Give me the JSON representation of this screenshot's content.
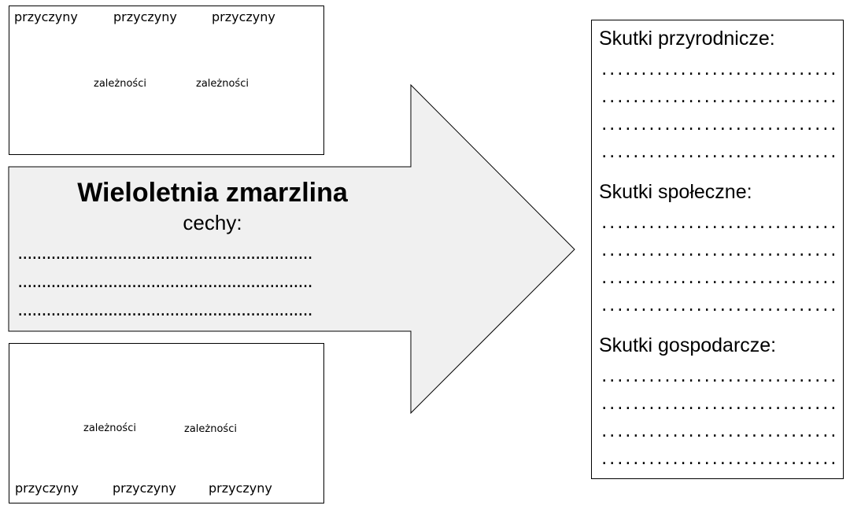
{
  "top_panel": {
    "causes": [
      "przyczyny",
      "przyczyny",
      "przyczyny"
    ],
    "dependencies": [
      "zależności",
      "zależności"
    ]
  },
  "bottom_panel": {
    "causes": [
      "przyczyny",
      "przyczyny",
      "przyczyny"
    ],
    "dependencies": [
      "zależności",
      "zależności"
    ]
  },
  "central_arrow": {
    "title": "Wieloletnia zmarzlina",
    "subtitle": "cechy:",
    "lines": [
      "..............................................................",
      "..............................................................",
      ".............................................................."
    ]
  },
  "effects": {
    "natural": {
      "heading": "Skutki przyrodnicze:",
      "lines": [
        "..............................................................",
        "..............................................................",
        "..............................................................",
        ".............................................................."
      ]
    },
    "social": {
      "heading": "Skutki społeczne:",
      "lines": [
        "..............................................................",
        "..............................................................",
        "..............................................................",
        ".............................................................."
      ]
    },
    "economic": {
      "heading": "Skutki gospodarcze:",
      "lines": [
        "..............................................................",
        "..............................................................",
        "..............................................................",
        ".............................................................."
      ]
    }
  },
  "colors": {
    "arrow_fill": "#f0f0f0",
    "stroke": "#000000"
  }
}
